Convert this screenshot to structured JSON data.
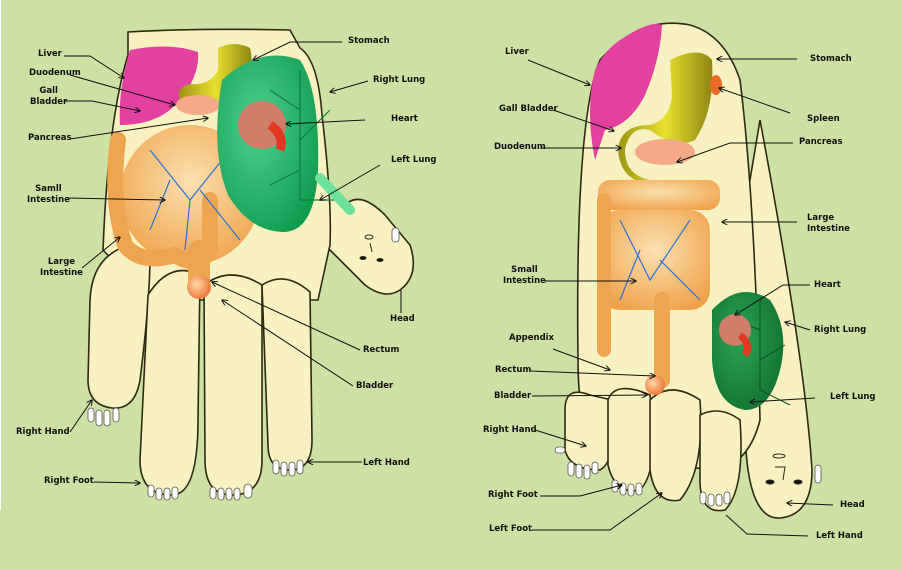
{
  "title": "Hand and Foot Reflexology Chart",
  "colors": {
    "background": "#cde1a4",
    "skin": "#f8f1c2",
    "outline": "#2e2a12",
    "liver": "#e2419f",
    "stomach": "#b9ad19",
    "lung": "#1fae68",
    "lung_dark": "#1e8a3e",
    "intestine": "#f1b360",
    "vessel": "#2f6fd6",
    "pancreas": "#f4a987",
    "rectum": "#f08a45"
  },
  "hand_chart": {
    "name": "Hand",
    "labels": [
      {
        "id": "liver",
        "text": "Liver"
      },
      {
        "id": "duodenum",
        "text": "Duodenum"
      },
      {
        "id": "gall-bladder",
        "text": "Gall\nBladder"
      },
      {
        "id": "pancreas",
        "text": "Pancreas"
      },
      {
        "id": "small-intestine",
        "text": "Samll\nIntestine"
      },
      {
        "id": "large-intestine",
        "text": "Large\nIntestine"
      },
      {
        "id": "right-hand",
        "text": "Right Hand"
      },
      {
        "id": "right-foot",
        "text": "Right Foot"
      },
      {
        "id": "stomach",
        "text": "Stomach"
      },
      {
        "id": "right-lung",
        "text": "Right Lung"
      },
      {
        "id": "heart",
        "text": "Heart"
      },
      {
        "id": "left-lung",
        "text": "Left Lung"
      },
      {
        "id": "head",
        "text": "Head"
      },
      {
        "id": "rectum",
        "text": "Rectum"
      },
      {
        "id": "bladder",
        "text": "Bladder"
      },
      {
        "id": "left-hand",
        "text": "Left Hand"
      }
    ]
  },
  "foot_chart": {
    "name": "Foot",
    "labels": [
      {
        "id": "liver",
        "text": "Liver"
      },
      {
        "id": "gall-bladder",
        "text": "Gall Bladder"
      },
      {
        "id": "duodenum",
        "text": "Duodenum"
      },
      {
        "id": "small-intestine",
        "text": "Small\nIntestine"
      },
      {
        "id": "appendix",
        "text": "Appendix"
      },
      {
        "id": "rectum",
        "text": "Rectum"
      },
      {
        "id": "bladder",
        "text": "Bladder"
      },
      {
        "id": "right-hand",
        "text": "Right Hand"
      },
      {
        "id": "right-foot",
        "text": "Right Foot"
      },
      {
        "id": "left-foot",
        "text": "Left Foot"
      },
      {
        "id": "stomach",
        "text": "Stomach"
      },
      {
        "id": "spleen",
        "text": "Spleen"
      },
      {
        "id": "pancreas",
        "text": "Pancreas"
      },
      {
        "id": "large-intestine",
        "text": "Large\nIntestine"
      },
      {
        "id": "heart",
        "text": "Heart"
      },
      {
        "id": "right-lung",
        "text": "Right Lung"
      },
      {
        "id": "left-lung",
        "text": "Left Lung"
      },
      {
        "id": "head",
        "text": "Head"
      },
      {
        "id": "left-hand",
        "text": "Left Hand"
      }
    ]
  }
}
